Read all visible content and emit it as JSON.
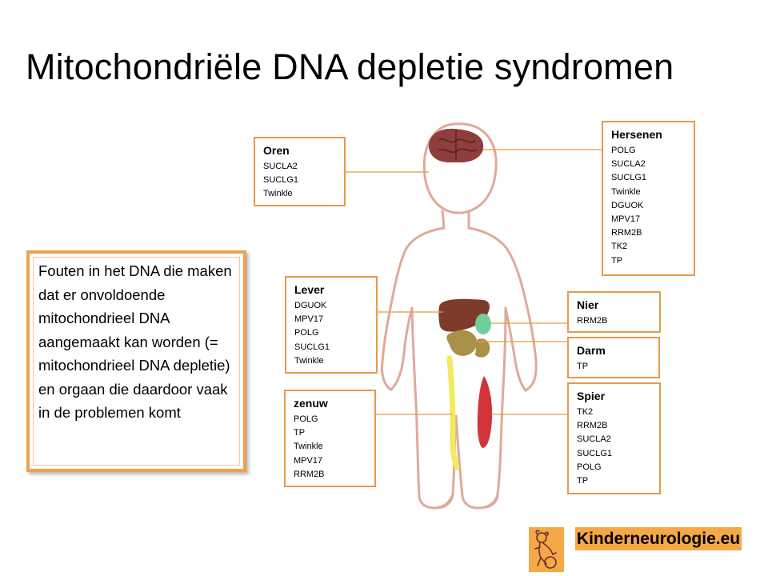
{
  "title": "Mitochondriële DNA depletie syndromen",
  "organs": {
    "oren": {
      "name": "Oren",
      "genes": [
        "SUCLA2",
        "SUCLG1",
        "Twinkle"
      ]
    },
    "hersenen": {
      "name": "Hersenen",
      "genes": [
        "POLG",
        "SUCLA2",
        "SUCLG1",
        "Twinkle",
        "DGUOK",
        "MPV17",
        "RRM2B",
        "TK2",
        "TP"
      ]
    },
    "lever": {
      "name": "Lever",
      "genes": [
        "DGUOK",
        "MPV17",
        "POLG",
        "SUCLG1",
        "Twinkle"
      ]
    },
    "nier": {
      "name": "Nier",
      "genes": [
        "RRM2B"
      ]
    },
    "darm": {
      "name": "Darm",
      "genes": [
        "TP"
      ]
    },
    "zenuw": {
      "name": "zenuw",
      "genes": [
        "POLG",
        "TP",
        "Twinkle",
        "MPV17",
        "RRM2B"
      ]
    },
    "spier": {
      "name": "Spier",
      "genes": [
        "TK2",
        "RRM2B",
        "SUCLA2",
        "SUCLG1",
        "POLG",
        "TP"
      ]
    }
  },
  "info_text": "Fouten in het DNA die maken dat er onvoldoende mitochondrieel DNA aangemaakt kan worden (= mitochondrieel DNA depletie) en orgaan die daardoor vaak in de problemen komt",
  "logo": {
    "text": "Kinderneurologie.eu"
  },
  "colors": {
    "box_border": "#e59a4f",
    "info_border": "#f0a050",
    "logo_bg": "#f5a847",
    "body_outline": "#e0a99a",
    "brain": "#8e3e3c",
    "liver": "#7e3b2a",
    "kidney": "#6fcf9b",
    "intestine": "#a89146",
    "muscle": "#d2343a",
    "nerve": "#f2ea5f"
  }
}
